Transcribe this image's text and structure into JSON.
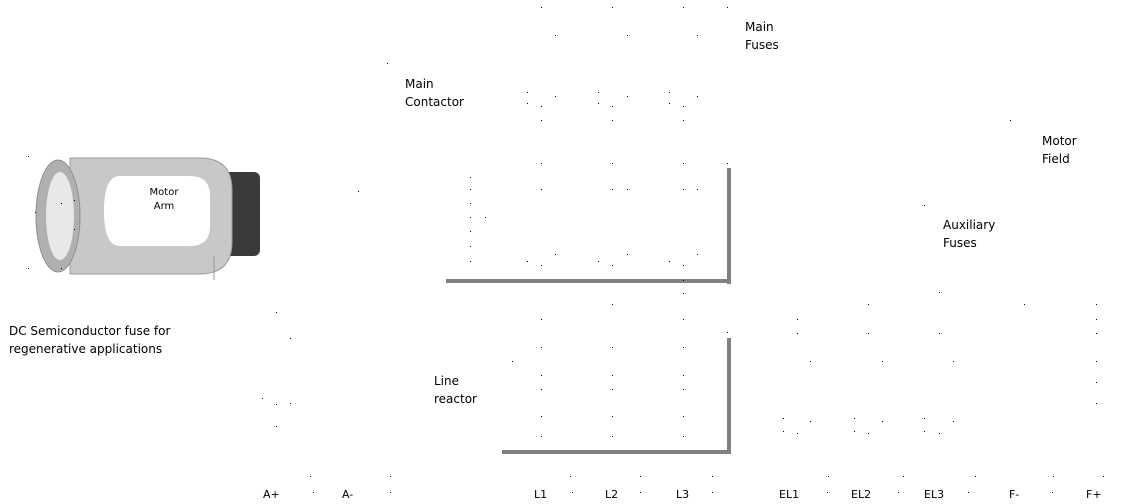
{
  "labels": {
    "main_fuses": "Main\nFuses",
    "main_contactor": "Main\nContactor",
    "motor_field": "Motor\nField",
    "auxiliary_fuses": "Auxiliary\nFuses",
    "line_reactor": "Line\nreactor",
    "dc_fuse_note": "DC Semiconductor fuse for\nregenerative applications",
    "motor_arm": "Motor\nArm"
  },
  "terminals": [
    "A+",
    "A-",
    "L1",
    "L2",
    "L3",
    "EL1",
    "EL2",
    "EL3",
    "F-",
    "F+"
  ],
  "colors": {
    "motor_body": "#c8c8c8",
    "motor_cap": "#3a3a3a",
    "bracket": "#808080"
  }
}
